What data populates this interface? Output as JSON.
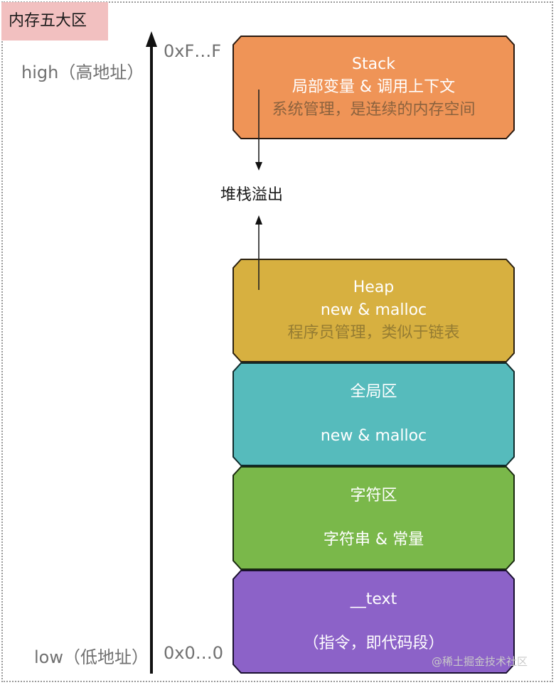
{
  "title": "内存五大区",
  "axis": {
    "high_label": "high（高地址）",
    "low_label": "low（低地址）",
    "high_address": "0xF…F",
    "low_address": "0x0…0"
  },
  "overflow_label": "堆栈溢出",
  "blocks": [
    {
      "id": "stack",
      "color": "#ef9457",
      "lines": [
        "Stack",
        "局部变量 & 调用上下文",
        "系统管理，是连续的内存空间"
      ]
    },
    {
      "id": "heap",
      "color": "#d7b040",
      "lines": [
        "Heap",
        "new & malloc",
        "程序员管理，类似于链表"
      ]
    },
    {
      "id": "global",
      "color": "#56bbbc",
      "lines": [
        "全局区",
        "new & malloc"
      ]
    },
    {
      "id": "string",
      "color": "#7ab84a",
      "lines": [
        "字符区",
        "字符串 & 常量"
      ]
    },
    {
      "id": "text",
      "color": "#8c62c8",
      "lines": [
        "__text",
        "（指令，即代码段）"
      ]
    }
  ],
  "watermark": "@稀土掘金技术社区"
}
